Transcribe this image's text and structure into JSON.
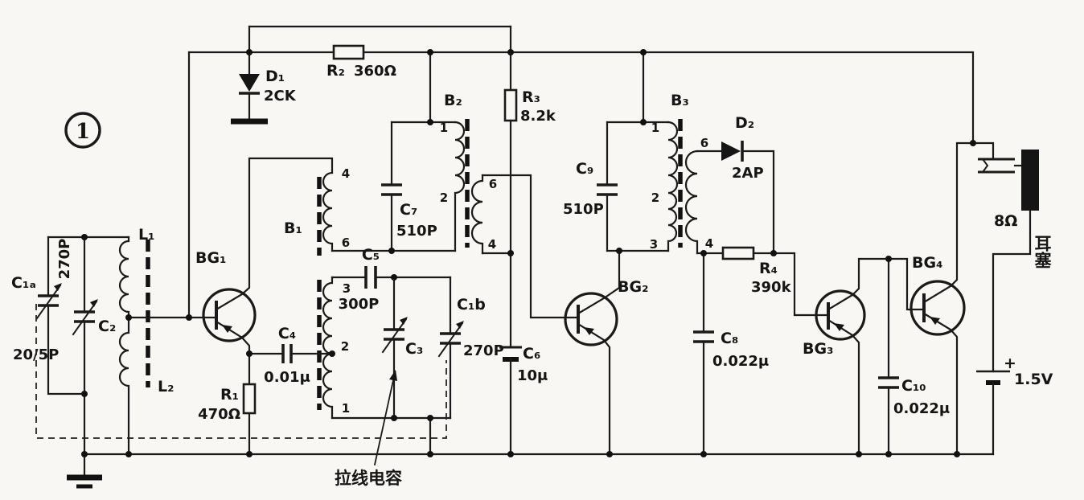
{
  "figure": {
    "number": "1",
    "annotation": "拉线电容"
  },
  "components": {
    "c1a": {
      "ref": "C₁ₐ",
      "value": "270P"
    },
    "c2": {
      "ref": "C₂",
      "value": "20/5P"
    },
    "l1": {
      "ref": "L₁"
    },
    "l2": {
      "ref": "L₂"
    },
    "bg1": {
      "ref": "BG₁"
    },
    "r1": {
      "ref": "R₁",
      "value": "470Ω"
    },
    "d1": {
      "ref": "D₁",
      "value": "2CK"
    },
    "r2": {
      "ref": "R₂",
      "value": "360Ω"
    },
    "b1": {
      "ref": "B₁",
      "pins": {
        "p1": "1",
        "p2": "2",
        "p3": "3",
        "p4": "4",
        "p6": "6"
      }
    },
    "c4": {
      "ref": "C₄",
      "value": "0.01μ"
    },
    "c5": {
      "ref": "C₅",
      "value": "300P"
    },
    "c3": {
      "ref": "C₃"
    },
    "c1b": {
      "ref": "C₁b",
      "value": "270P"
    },
    "c7": {
      "ref": "C₇",
      "value": "510P"
    },
    "b2": {
      "ref": "B₂",
      "pins": {
        "p1": "1",
        "p2": "2",
        "p4": "4",
        "p6": "6"
      }
    },
    "r3": {
      "ref": "R₃",
      "value": "8.2k"
    },
    "c6": {
      "ref": "C₆",
      "value": "10μ"
    },
    "bg2": {
      "ref": "BG₂"
    },
    "c9": {
      "ref": "C₉",
      "value": "510P"
    },
    "b3": {
      "ref": "B₃",
      "pins": {
        "p1": "1",
        "p2": "2",
        "p3": "3",
        "p4": "4",
        "p6": "6"
      }
    },
    "d2": {
      "ref": "D₂",
      "value": "2AP"
    },
    "r4": {
      "ref": "R₄",
      "value": "390k"
    },
    "c8": {
      "ref": "C₈",
      "value": "0.022μ"
    },
    "bg3": {
      "ref": "BG₃"
    },
    "c10": {
      "ref": "C₁₀",
      "value": "0.022μ"
    },
    "bg4": {
      "ref": "BG₄"
    }
  },
  "power": {
    "plus": "+",
    "battery": "1.5V"
  },
  "output": {
    "impedance": "8Ω",
    "device": "耳塞"
  }
}
